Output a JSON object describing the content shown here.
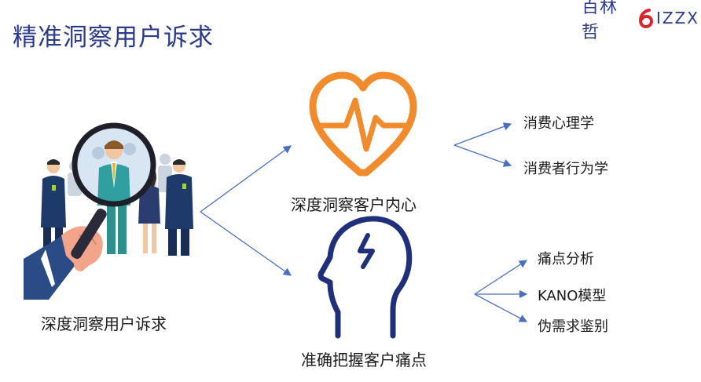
{
  "title": "精准洞察用户诉求",
  "logo": {
    "chinese": "百林哲",
    "latin": "IZZX"
  },
  "left": {
    "label": "深度洞察用户诉求"
  },
  "upper": {
    "label": "深度洞察客户内心",
    "children": [
      "消费心理学",
      "消费者行为学"
    ]
  },
  "lower": {
    "label": "准确把握客户痛点",
    "children": [
      "痛点分析",
      "KANO模型",
      "伪需求鉴别"
    ]
  },
  "colors": {
    "title": "#2b3a8c",
    "heart": "#f08c2e",
    "head": "#1f2f7a",
    "arrow": "#4a6fc0",
    "logo_accent": "#d8262b"
  }
}
